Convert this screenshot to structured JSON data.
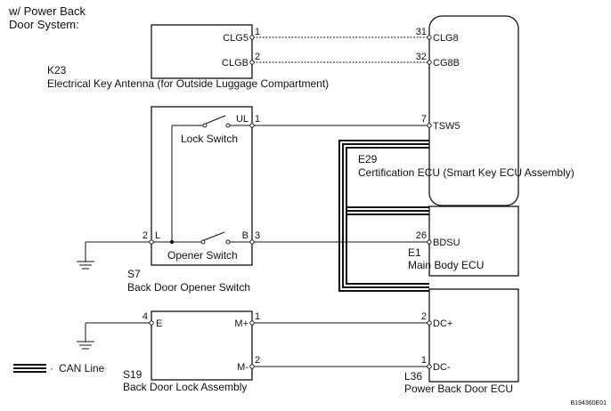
{
  "header": {
    "line1": "w/ Power Back",
    "line2": "Door System:"
  },
  "components": {
    "k23": {
      "code": "K23",
      "name": "Electrical Key Antenna (for Outside Luggage Compartment)"
    },
    "s7": {
      "code": "S7",
      "name": "Back Door Opener Switch"
    },
    "s19": {
      "code": "S19",
      "name": "Back Door Lock Assembly"
    },
    "e29": {
      "code": "E29",
      "name": "Certification ECU (Smart Key ECU Assembly)"
    },
    "e1": {
      "code": "E1",
      "name": "Main Body ECU"
    },
    "l36": {
      "code": "L36",
      "name": "Power Back Door ECU"
    }
  },
  "switches": {
    "lock": "Lock Switch",
    "opener": "Opener Switch"
  },
  "pins": {
    "k23_clg5_num": "1",
    "k23_clg5": "CLG5",
    "k23_clgb_num": "2",
    "k23_clgb": "CLGB",
    "e29_clg8_num": "31",
    "e29_clg8": "CLG8",
    "e29_cg8b_num": "32",
    "e29_cg8b": "CG8B",
    "s7_ul": "UL",
    "s7_ul_num": "1",
    "s7_l": "L",
    "s7_l_num": "2",
    "s7_b": "B",
    "s7_b_num": "3",
    "e29_tsw5_num": "7",
    "e29_tsw5": "TSW5",
    "e1_bdsu_num": "26",
    "e1_bdsu": "BDSU",
    "s19_e": "E",
    "s19_e_num": "4",
    "s19_mplus": "M+",
    "s19_mplus_num": "1",
    "s19_mminus": "M-",
    "s19_mminus_num": "2",
    "l36_dcplus_num": "2",
    "l36_dcplus": "DC+",
    "l36_dcminus_num": "1",
    "l36_dcminus": "DC-"
  },
  "legend": {
    "bullet": "·",
    "can_line": "CAN Line"
  },
  "figure_id": "B194360E01",
  "colors": {
    "line": "#111111",
    "background": "#ffffff"
  }
}
